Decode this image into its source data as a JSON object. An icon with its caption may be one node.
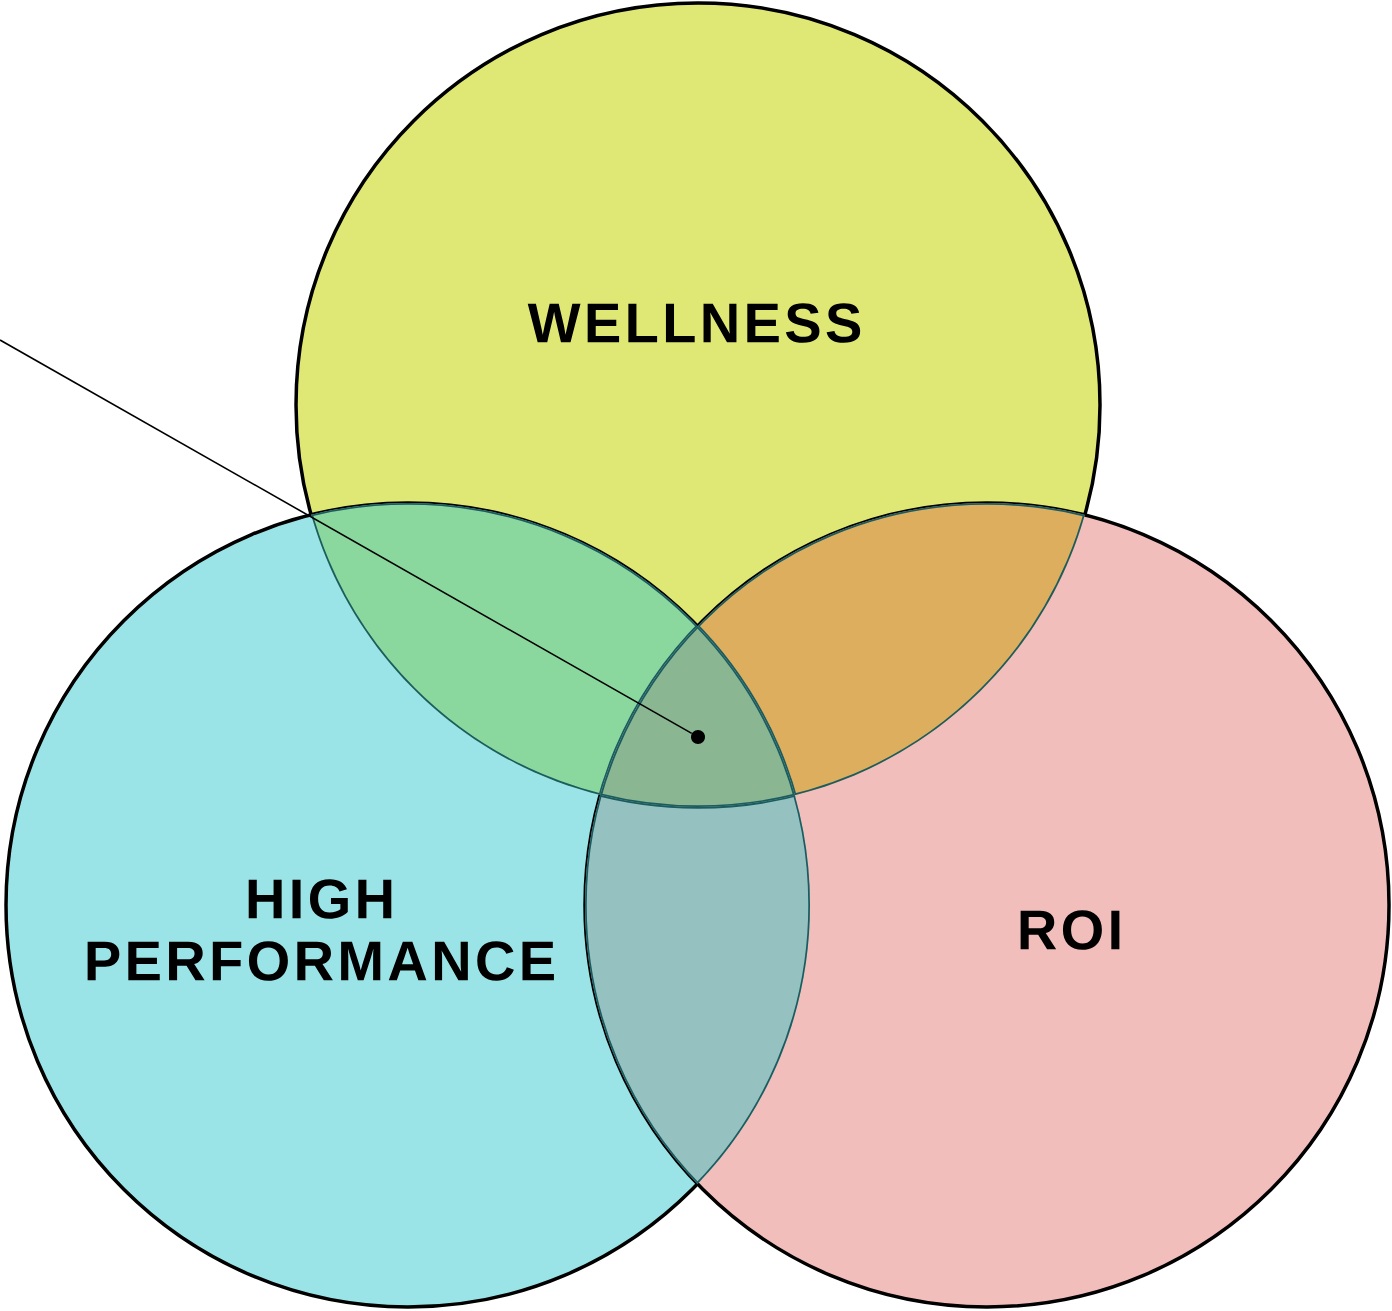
{
  "diagram": {
    "nodes": [
      {
        "text": [
          "WELLNESS"
        ]
      },
      {
        "text": [
          "HIGH PERFORMANCE"
        ]
      },
      {
        "text": [
          "ROI"
        ]
      },
      {
        "text": [],
        "shape": "circle"
      }
    ],
    "edges": [
      {
        "from": null,
        "to": 3,
        "arrow": "none"
      }
    ]
  }
}
